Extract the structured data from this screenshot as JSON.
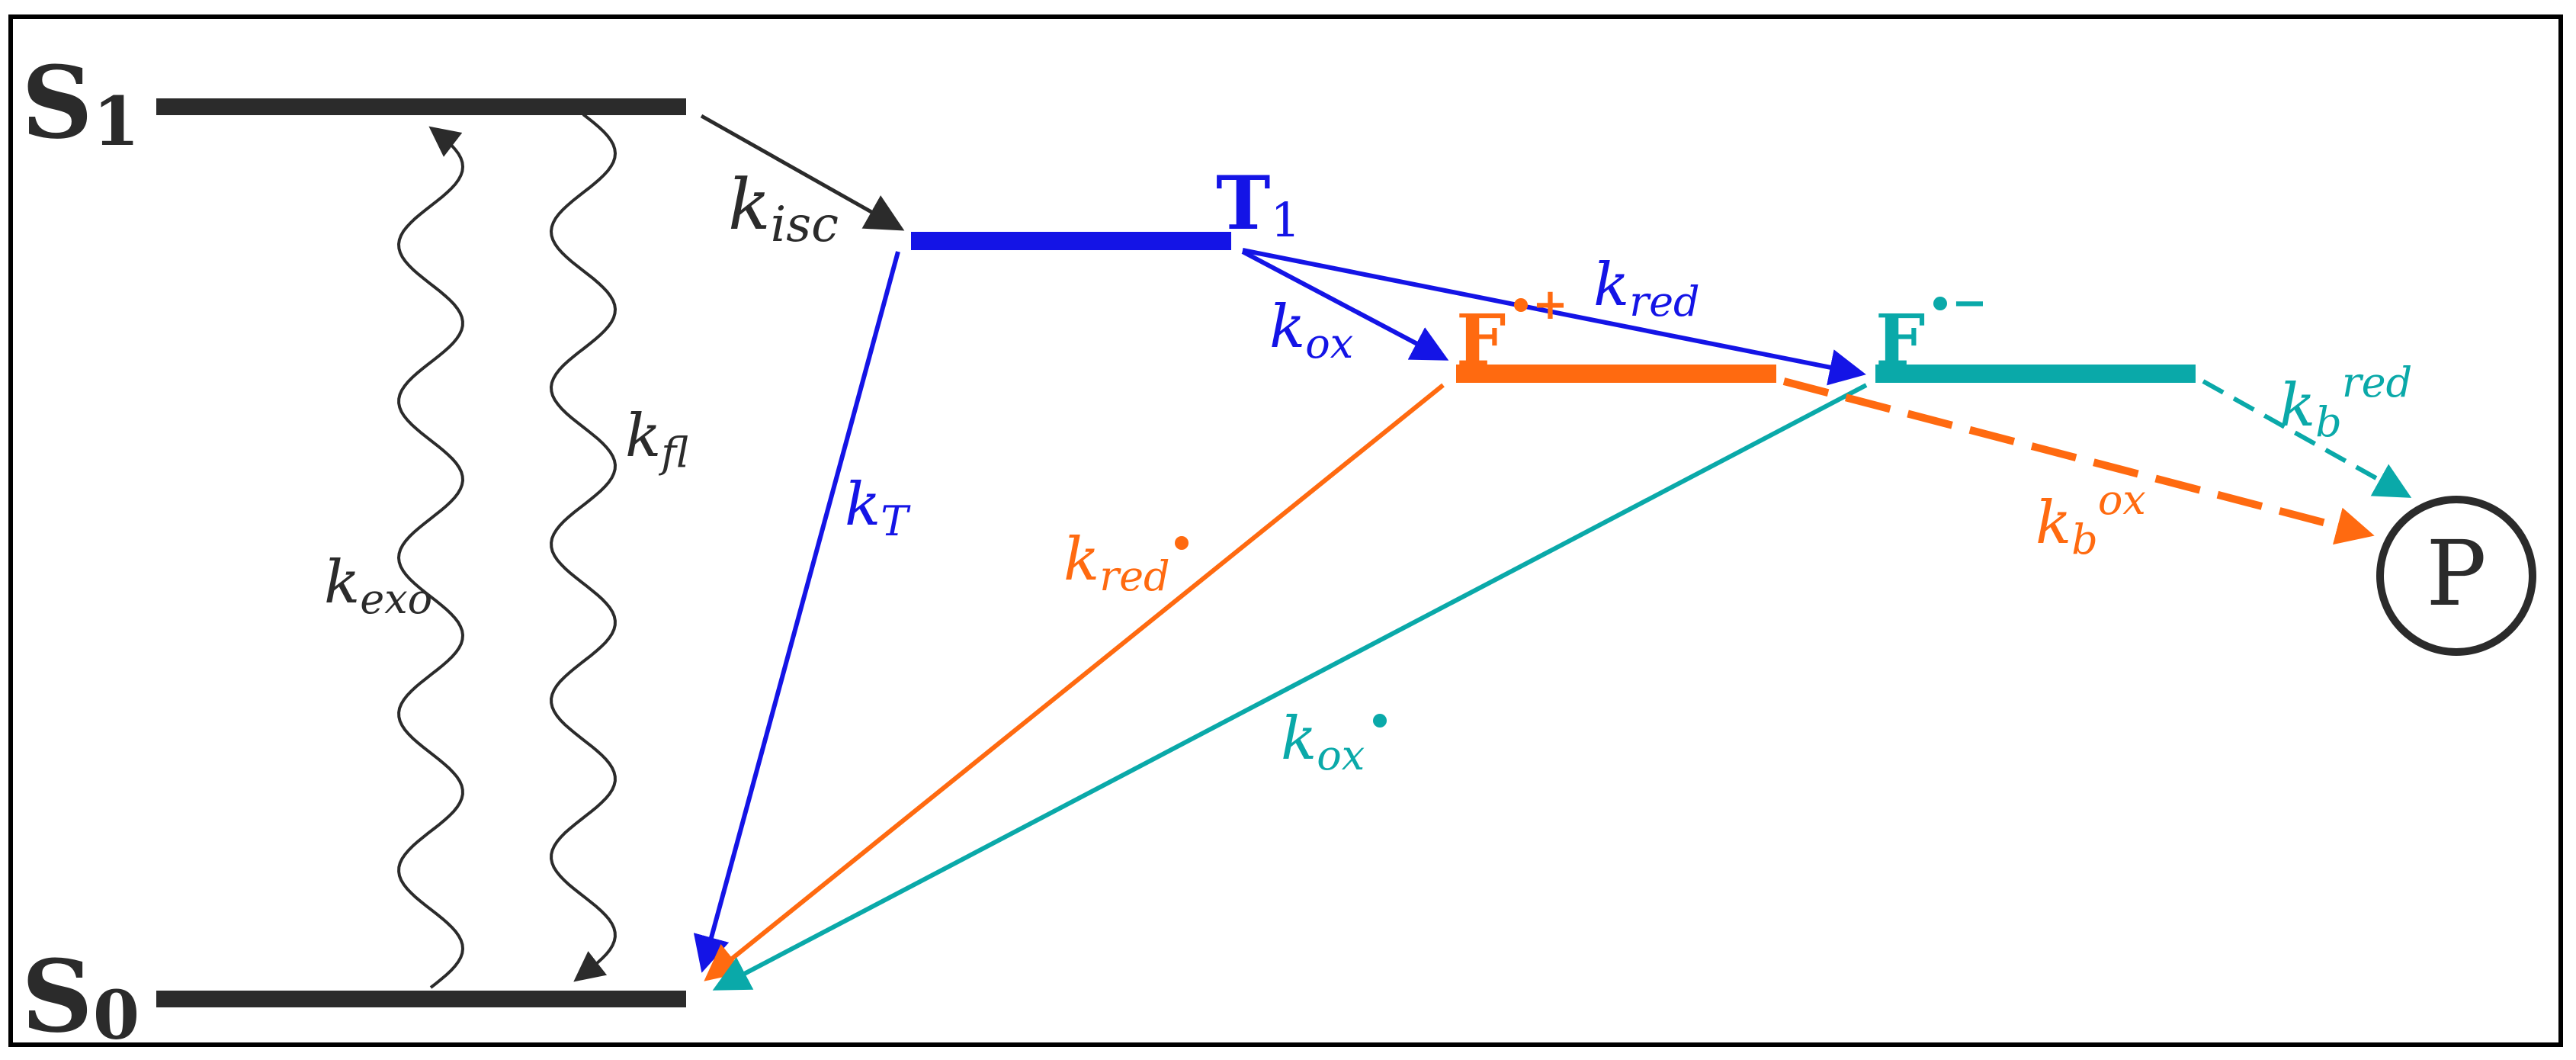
{
  "colors": {
    "black": "#2b2b2b",
    "blue": "#1414e6",
    "orange": "#ff6a10",
    "teal": "#0aa9a9"
  },
  "states": {
    "s1": {
      "main": "S",
      "sub": "1"
    },
    "s0": {
      "main": "S",
      "sub": "0"
    },
    "t1": {
      "main": "T",
      "sub": "1"
    },
    "f_radical_cation": {
      "main": "F",
      "sup": "+"
    },
    "f_radical_anion": {
      "main": "F",
      "sup": "−"
    },
    "product": {
      "main": "P"
    }
  },
  "rates": {
    "k_isc": {
      "k": "k",
      "sub": "isc"
    },
    "k_exo": {
      "k": "k",
      "sub": "exo"
    },
    "k_fl": {
      "k": "k",
      "sub": "fl"
    },
    "k_T": {
      "k": "k",
      "sub": "T"
    },
    "k_ox": {
      "k": "k",
      "sub": "ox"
    },
    "k_red": {
      "k": "k",
      "sub": "red"
    },
    "k_red_dot": {
      "k": "k",
      "sub": "red"
    },
    "k_ox_dot": {
      "k": "k",
      "sub": "ox"
    },
    "k_b_red": {
      "k": "k",
      "sub": "b",
      "sup": "red"
    },
    "k_b_ox": {
      "k": "k",
      "sub": "b",
      "sup": "ox"
    }
  }
}
